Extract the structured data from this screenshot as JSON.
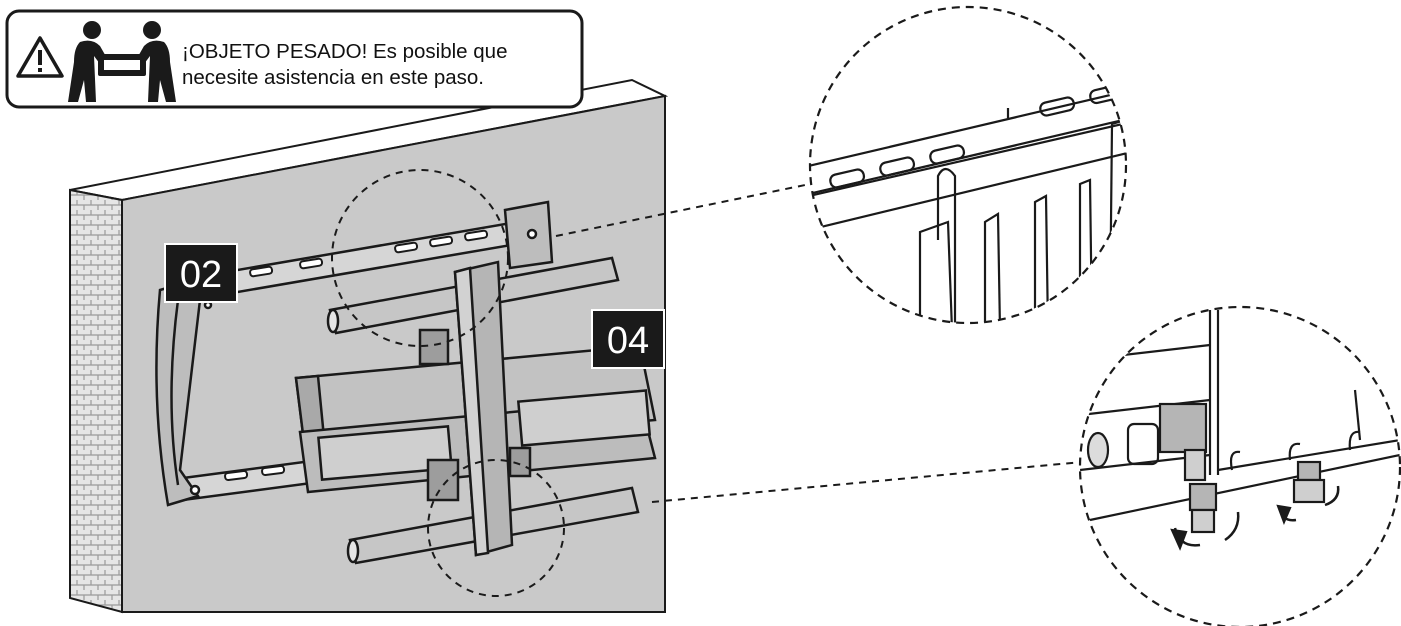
{
  "warning": {
    "line1": "¡OBJETO PESADO! Es posible que",
    "line2": "necesite asistencia en este paso.",
    "icon": "warning-triangle-icon",
    "people_icon": "two-person-lift-icon"
  },
  "labels": {
    "arm_label": "02",
    "bracket_label": "04"
  },
  "colors": {
    "wall": "#c9c9c9",
    "wall_top": "#ffffff",
    "line": "#1a1a1a",
    "label_bg": "#1a1a1a"
  }
}
